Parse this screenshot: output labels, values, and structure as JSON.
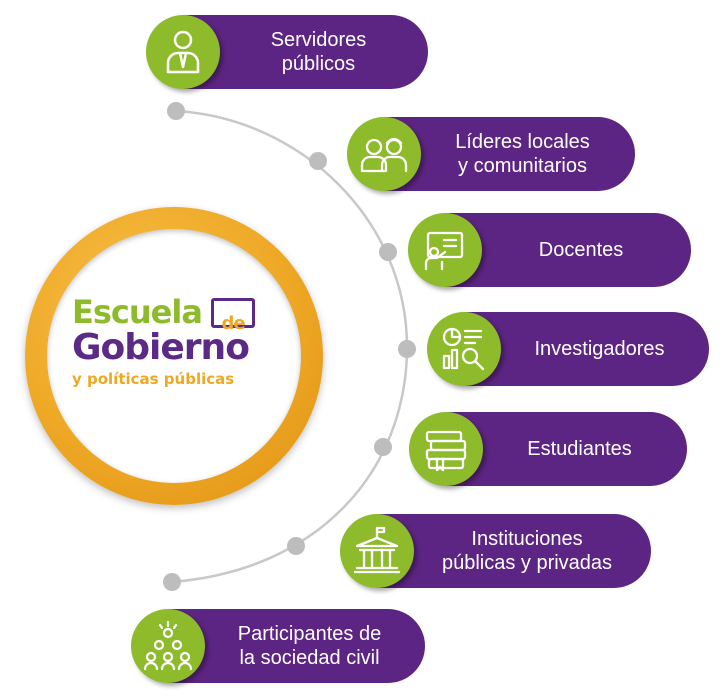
{
  "logo": {
    "line1": "Escuela",
    "de": "de",
    "line2": "Gobierno",
    "line3": "y políticas públicas"
  },
  "items": [
    {
      "label": "Servidores\npúblicos",
      "icon": "person-icon"
    },
    {
      "label": "Líderes locales\ny comunitarios",
      "icon": "leaders-icon"
    },
    {
      "label": "Docentes",
      "icon": "teacher-icon"
    },
    {
      "label": "Investigadores",
      "icon": "research-icon"
    },
    {
      "label": "Estudiantes",
      "icon": "books-icon"
    },
    {
      "label": "Instituciones\npúblicas y privadas",
      "icon": "building-icon"
    },
    {
      "label": "Participantes de\nla sociedad civil",
      "icon": "group-icon"
    }
  ],
  "colors": {
    "purple": "#5d2583",
    "green": "#8dbb2b",
    "orange": "#eea825",
    "connector": "#c8c8c8"
  }
}
